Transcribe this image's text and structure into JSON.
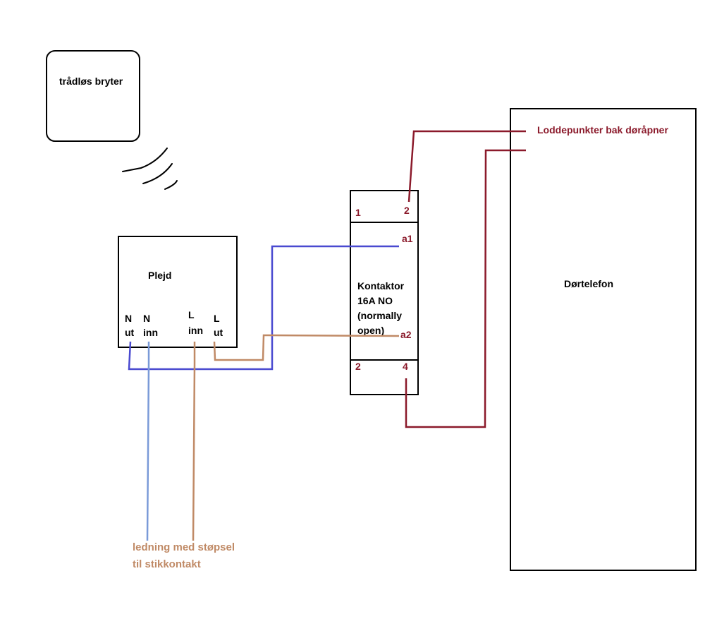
{
  "wireless_switch": {
    "label": "trådløs bryter"
  },
  "plejd": {
    "label": "Plejd",
    "terminals": {
      "n_ut": [
        "N",
        "ut"
      ],
      "n_inn": [
        "N",
        "inn"
      ],
      "l_inn": [
        "L",
        "inn"
      ],
      "l_ut": [
        "L",
        "ut"
      ]
    }
  },
  "contactor": {
    "label_lines": [
      "Kontaktor",
      "16A NO",
      "(normally",
      "open)"
    ],
    "terminal_1": "1",
    "terminal_2_top": "2",
    "terminal_a1": "a1",
    "terminal_a2": "a2",
    "terminal_2_bottom": "2",
    "terminal_4": "4"
  },
  "door_phone": {
    "label": "Dørtelefon"
  },
  "solder_points": {
    "label": "Loddepunkter bak døråpner"
  },
  "power_cord": {
    "label_lines": [
      "ledning med støpsel",
      "til stikkontakt"
    ]
  },
  "colors": {
    "neutral_blue": "#4a4ad0",
    "neutral_light_blue": "#7a9ad8",
    "live_tan": "#c08a66",
    "signal_red": "#8b1a2b",
    "outline": "#000000"
  }
}
